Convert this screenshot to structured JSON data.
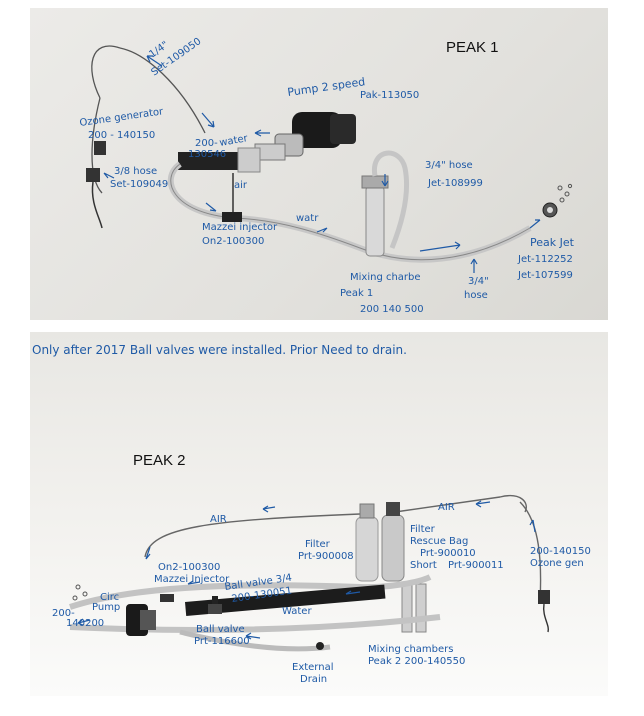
{
  "peak1": {
    "title": "PEAK 1",
    "labels": {
      "hose_quarter": "1/4\"",
      "hose_quarter_set": "Set-109050",
      "ozone_gen": "Ozone generator",
      "ozone_gen_part": "200 - 140150",
      "check_valve_part": "200-",
      "check_valve_part2": "130546",
      "water_in": "water",
      "hose_38": "3/8 hose",
      "hose_38_set": "Set-109049",
      "air": "air",
      "pump": "Pump 2 speed",
      "pump_part": "Pak-113050",
      "hose_34": "3/4\" hose",
      "hose_34_set": "Jet-108999",
      "mazzei": "Mazzei injector",
      "mazzei_part": "On2-100300",
      "water_flow": "watr",
      "mixing": "Mixing charbe",
      "mixing_peak": "Peak 1",
      "mixing_part": "200 140 500",
      "hose_12": "3/4\"",
      "hose_12_word": "hose",
      "peak_jet": "Peak Jet",
      "peak_jet_part1": "Jet-112252",
      "peak_jet_part2": "Jet-107599"
    }
  },
  "peak2": {
    "note": "Only after 2017 Ball valves were installed. Prior Need to drain.",
    "title": "PEAK 2",
    "labels": {
      "air_left": "AIR",
      "air_right": "AIR",
      "filter": "Filter",
      "filter_part": "Prt-900008",
      "filter_rescue": "Filter",
      "filter_rescue_2": "Rescue Bag",
      "filter_rescue_part": "Prt-900010",
      "mazzei": "On2-100300",
      "mazzei_name": "Mazzei Injector",
      "ballvalve_34": "Ball valve 3/4",
      "ballvalve_34_part": "200-130051",
      "circ_pump": "Circ",
      "circ_pump_2": "Pump",
      "circ_part": "200-",
      "circ_part2": "140200",
      "water": "Water",
      "ball_valve": "Ball valve",
      "ball_valve_part": "Prt-116600",
      "short": "Short",
      "short_part": "Prt-900011",
      "ozone_part": "200-140150",
      "ozone_name": "Ozone gen",
      "mixing": "Mixing chambers",
      "mixing_part": "Peak 2  200-140550",
      "drain": "External",
      "drain_2": "Drain"
    }
  }
}
